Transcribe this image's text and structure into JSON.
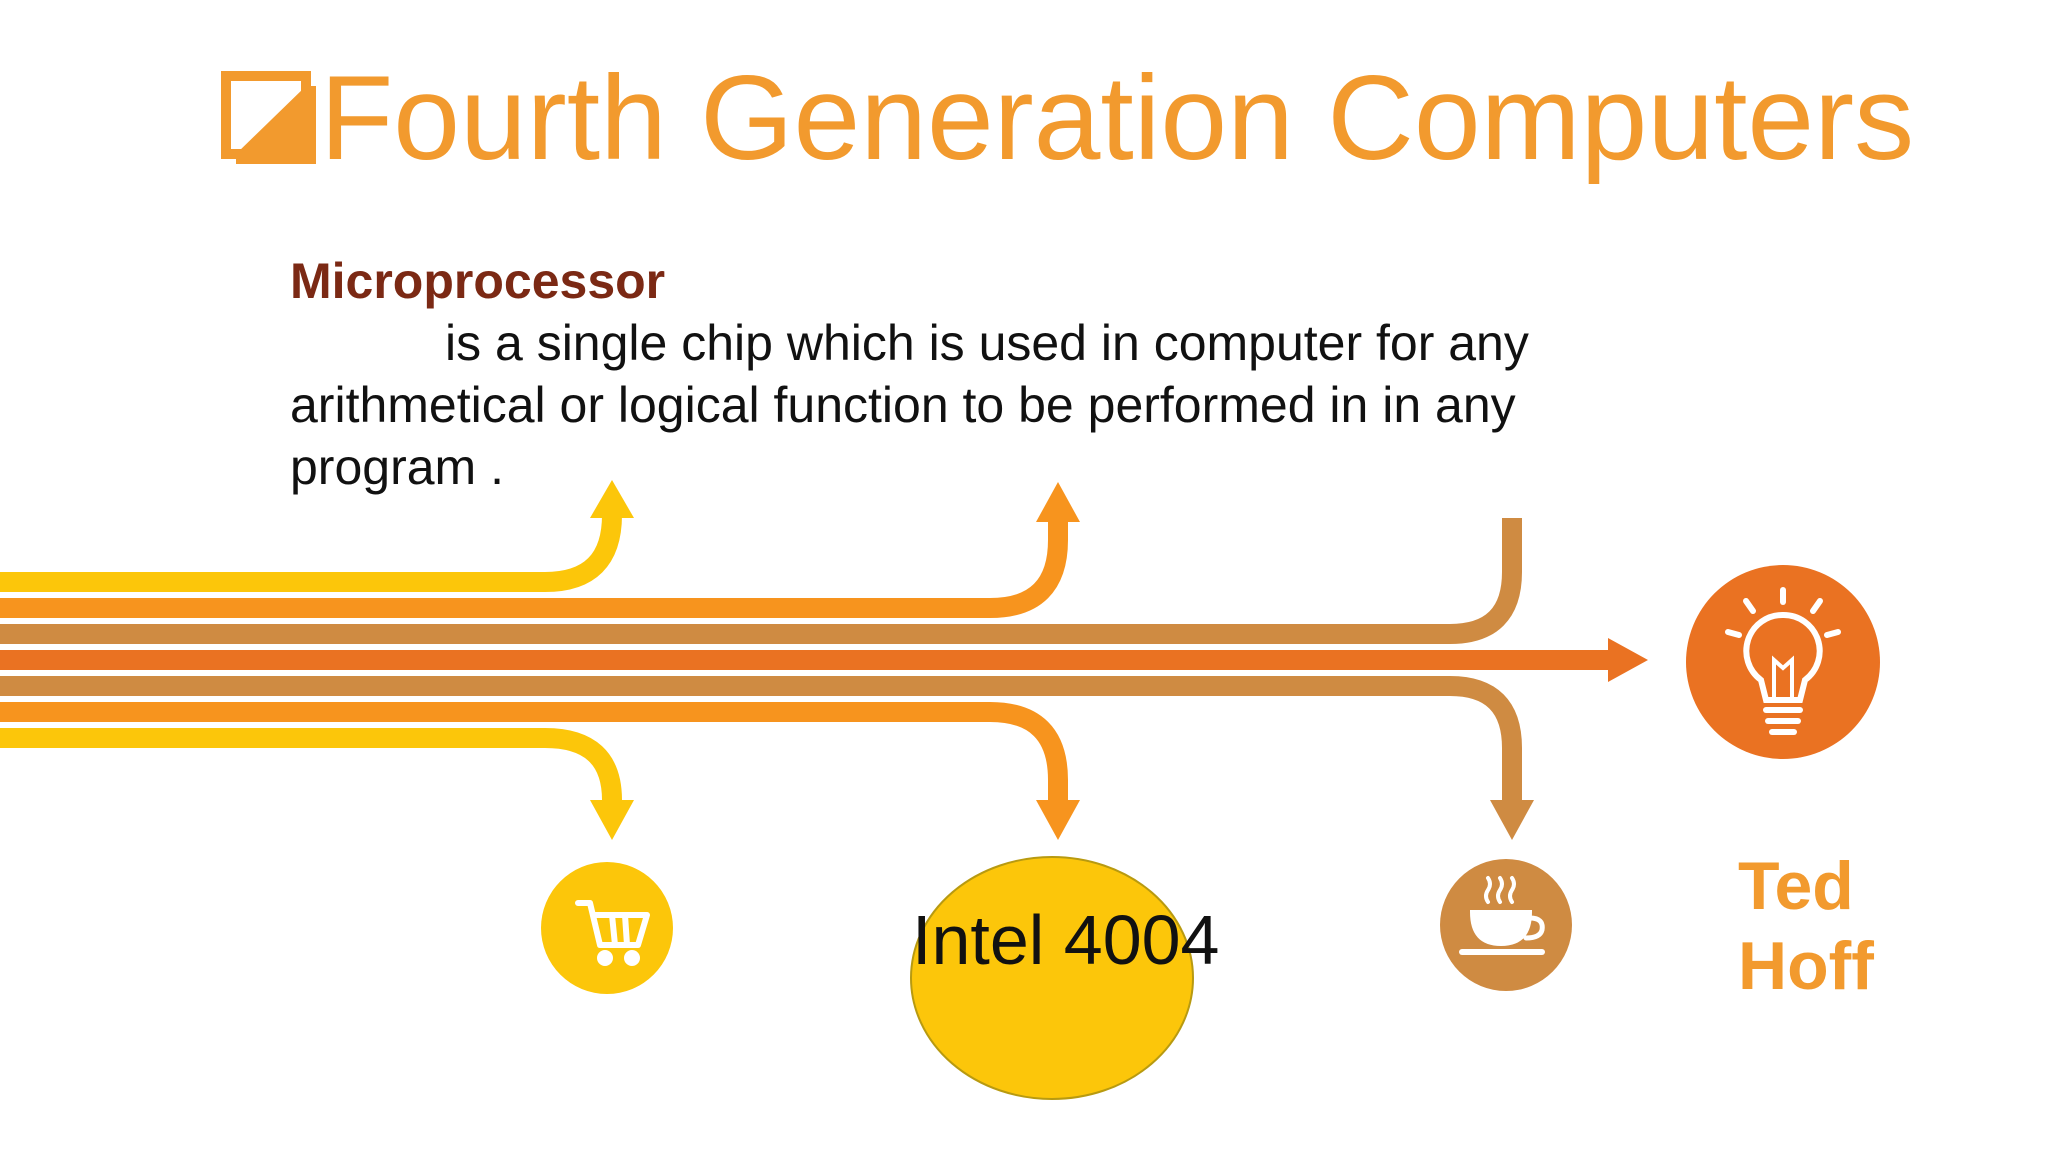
{
  "slide": {
    "title": "Fourth Generation Computers",
    "definition": {
      "term": "Microprocessor",
      "body": "is a single chip which is used in computer for any arithmetical or logical function to be performed in in any program ."
    },
    "nodes": {
      "intel_label": "Intel 4004",
      "inventor_label": "Ted Hoff"
    },
    "icons": [
      "shopping-cart-icon",
      "coffee-cup-icon",
      "lightbulb-icon"
    ]
  },
  "colors": {
    "title": "#f29a2e",
    "term": "#7b2914",
    "yellow": "#fcc60a",
    "orange": "#f7941e",
    "tan": "#cf8b42",
    "dark_orange": "#ea7222"
  }
}
